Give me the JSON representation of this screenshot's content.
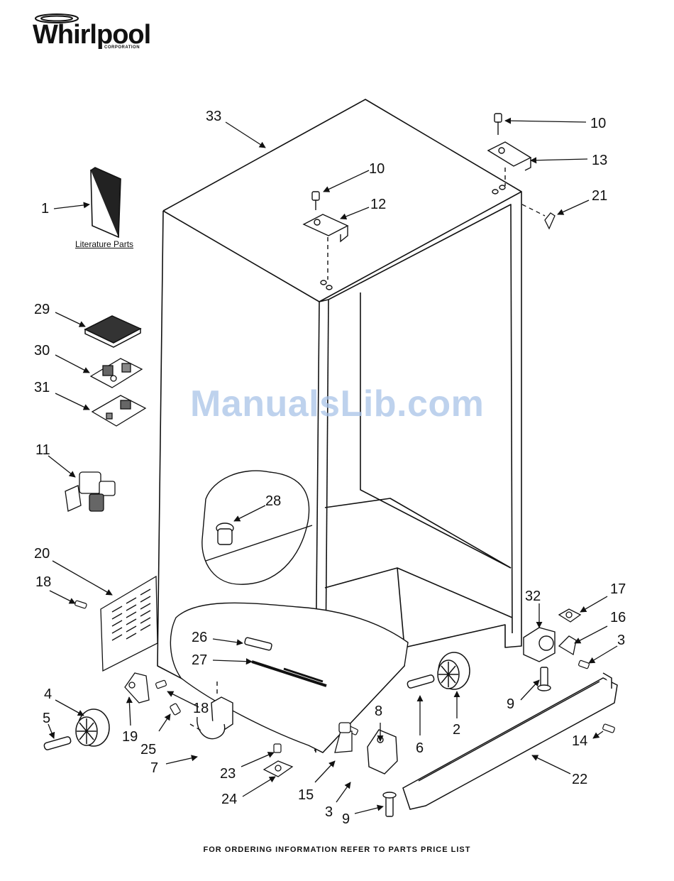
{
  "brand": {
    "name": "Whirlpool",
    "sub": "CORPORATION"
  },
  "literature_label": "Literature Parts",
  "watermark": "ManualsLib.com",
  "footer": "FOR ORDERING INFORMATION REFER TO PARTS PRICE LIST",
  "callouts": [
    "33",
    "10",
    "13",
    "21",
    "10",
    "12",
    "1",
    "29",
    "30",
    "31",
    "11",
    "28",
    "20",
    "18",
    "32",
    "17",
    "16",
    "3",
    "26",
    "27",
    "4",
    "5",
    "19",
    "18",
    "25",
    "7",
    "8",
    "23",
    "24",
    "15",
    "3",
    "9",
    "6",
    "2",
    "9",
    "14",
    "22"
  ]
}
